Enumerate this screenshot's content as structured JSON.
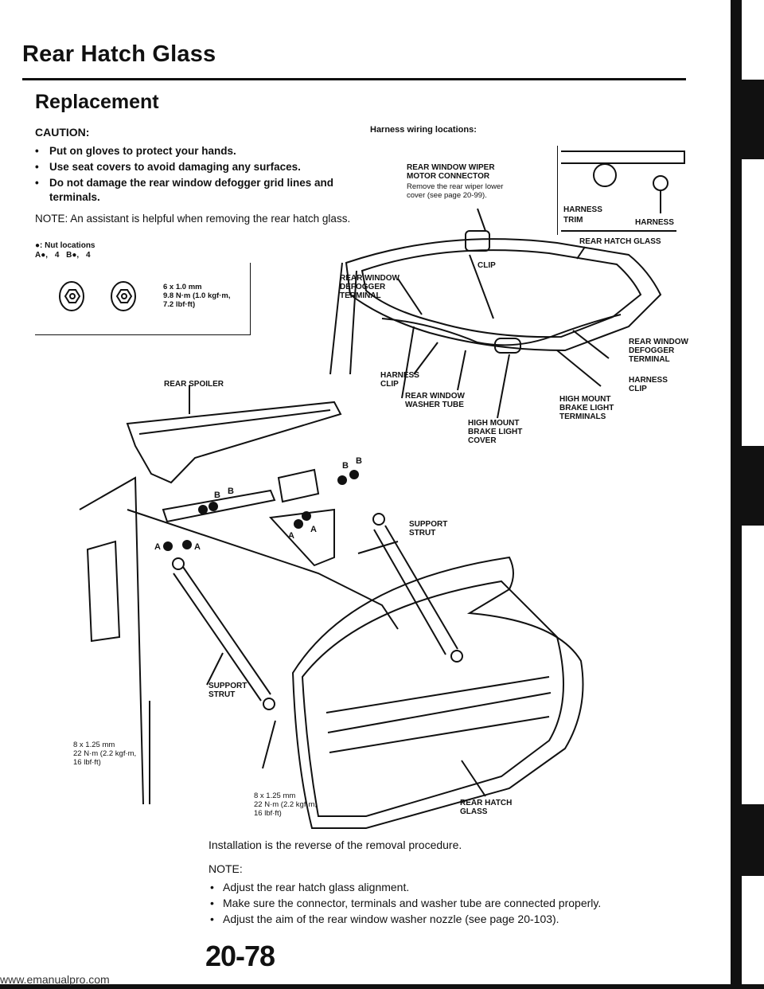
{
  "header": {
    "title": "Rear Hatch Glass"
  },
  "section": "Replacement",
  "caution": {
    "heading": "CAUTION:",
    "items": [
      "Put on gloves to protect your hands.",
      "Use seat covers to avoid damaging any surfaces.",
      "Do not damage the rear window defogger grid lines and terminals."
    ]
  },
  "note1": "NOTE: An assistant is helpful when removing the rear hatch glass.",
  "nut": {
    "title": "●: Nut locations",
    "legend": "A●, 4    B●, 4",
    "spec": "6 x 1.0 mm\n9.8 N·m (1.0 kgf·m,\n7.2 lbf·ft)"
  },
  "harness": {
    "title": "Harness wiring locations:",
    "labels": {
      "wiper_connector": "REAR WINDOW WIPER\nMOTOR CONNECTOR",
      "wiper_note": "Remove the rear wiper lower\ncover (see page 20-99).",
      "inset_harness": "HARNESS",
      "inset_trim": "TRIM",
      "inset_harness2": "HARNESS",
      "rear_hatch_glass": "REAR HATCH GLASS",
      "clip": "CLIP",
      "defogger_left": "REAR WINDOW\nDEFOGGER\nTERMINAL",
      "defogger_right": "REAR WINDOW\nDEFOGGER\nTERMINAL",
      "harness_clip_left": "HARNESS\nCLIP",
      "harness_clip_right": "HARNESS\nCLIP",
      "washer_tube": "REAR WINDOW\nWASHER TUBE",
      "brake_light_terminals": "HIGH MOUNT\nBRAKE LIGHT\nTERMINALS",
      "brake_light_cover": "HIGH MOUNT\nBRAKE LIGHT\nCOVER"
    }
  },
  "diagram": {
    "labels": {
      "rear_spoiler": "REAR SPOILER",
      "support_strut_right": "SUPPORT\nSTRUT",
      "support_strut_left": "SUPPORT\nSTRUT",
      "bolt_left": "8 x 1.25 mm\n22 N·m (2.2 kgf·m,\n16 lbf·ft)",
      "bolt_bottom": "8 x 1.25 mm\n22 N·m (2.2 kgf·m,\n16 lbf·ft)",
      "rear_hatch_glass": "REAR HATCH\nGLASS",
      "marker_a": "A",
      "marker_b": "B"
    }
  },
  "install": "Installation is the reverse of the removal procedure.",
  "note2": {
    "heading": "NOTE:",
    "items": [
      "Adjust the rear hatch glass alignment.",
      "Make sure the connector, terminals and washer tube are connected properly.",
      "Adjust the aim of the rear window washer nozzle (see page 20-103)."
    ]
  },
  "page_number": "20-78",
  "footer_url": "www.emanualpro.com"
}
